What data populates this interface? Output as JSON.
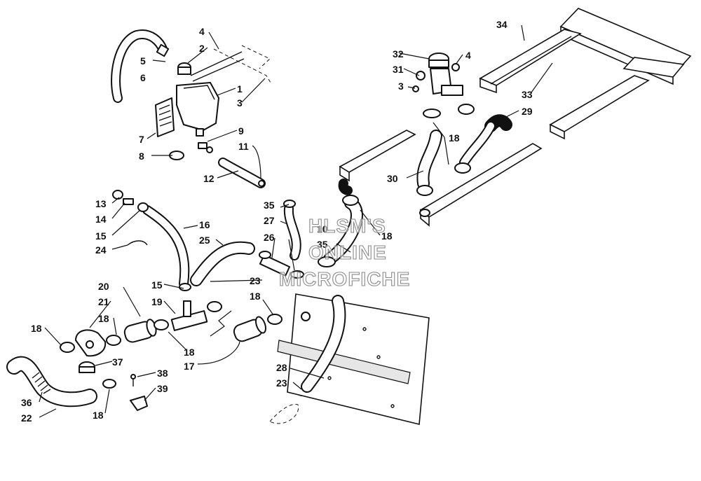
{
  "watermark": {
    "line1": "HLSM'S",
    "line2": "ONLINE",
    "line3": "MICROFICHE",
    "color": "#8a8a8a"
  },
  "callouts": {
    "c1": "1",
    "c2": "2",
    "c3a": "3",
    "c3b": "3",
    "c4a": "4",
    "c4b": "4",
    "c5": "5",
    "c6": "6",
    "c7": "7",
    "c8": "8",
    "c9": "9",
    "c10": "10",
    "c11": "11",
    "c12": "12",
    "c13": "13",
    "c14": "14",
    "c15a": "15",
    "c15b": "15",
    "c16": "16",
    "c17": "17",
    "c18a": "18",
    "c18b": "18",
    "c18c": "18",
    "c18d": "18",
    "c18e": "18",
    "c18f": "18",
    "c18g": "18",
    "c19": "19",
    "c20": "20",
    "c21": "21",
    "c22": "22",
    "c23a": "23",
    "c23b": "23",
    "c24": "24",
    "c25": "25",
    "c26": "26",
    "c27": "27",
    "c28": "28",
    "c29": "29",
    "c30": "30",
    "c31": "31",
    "c32": "32",
    "c33": "33",
    "c34": "34",
    "c35a": "35",
    "c35b": "35",
    "c36": "36",
    "c37": "37",
    "c38": "38",
    "c39": "39"
  }
}
